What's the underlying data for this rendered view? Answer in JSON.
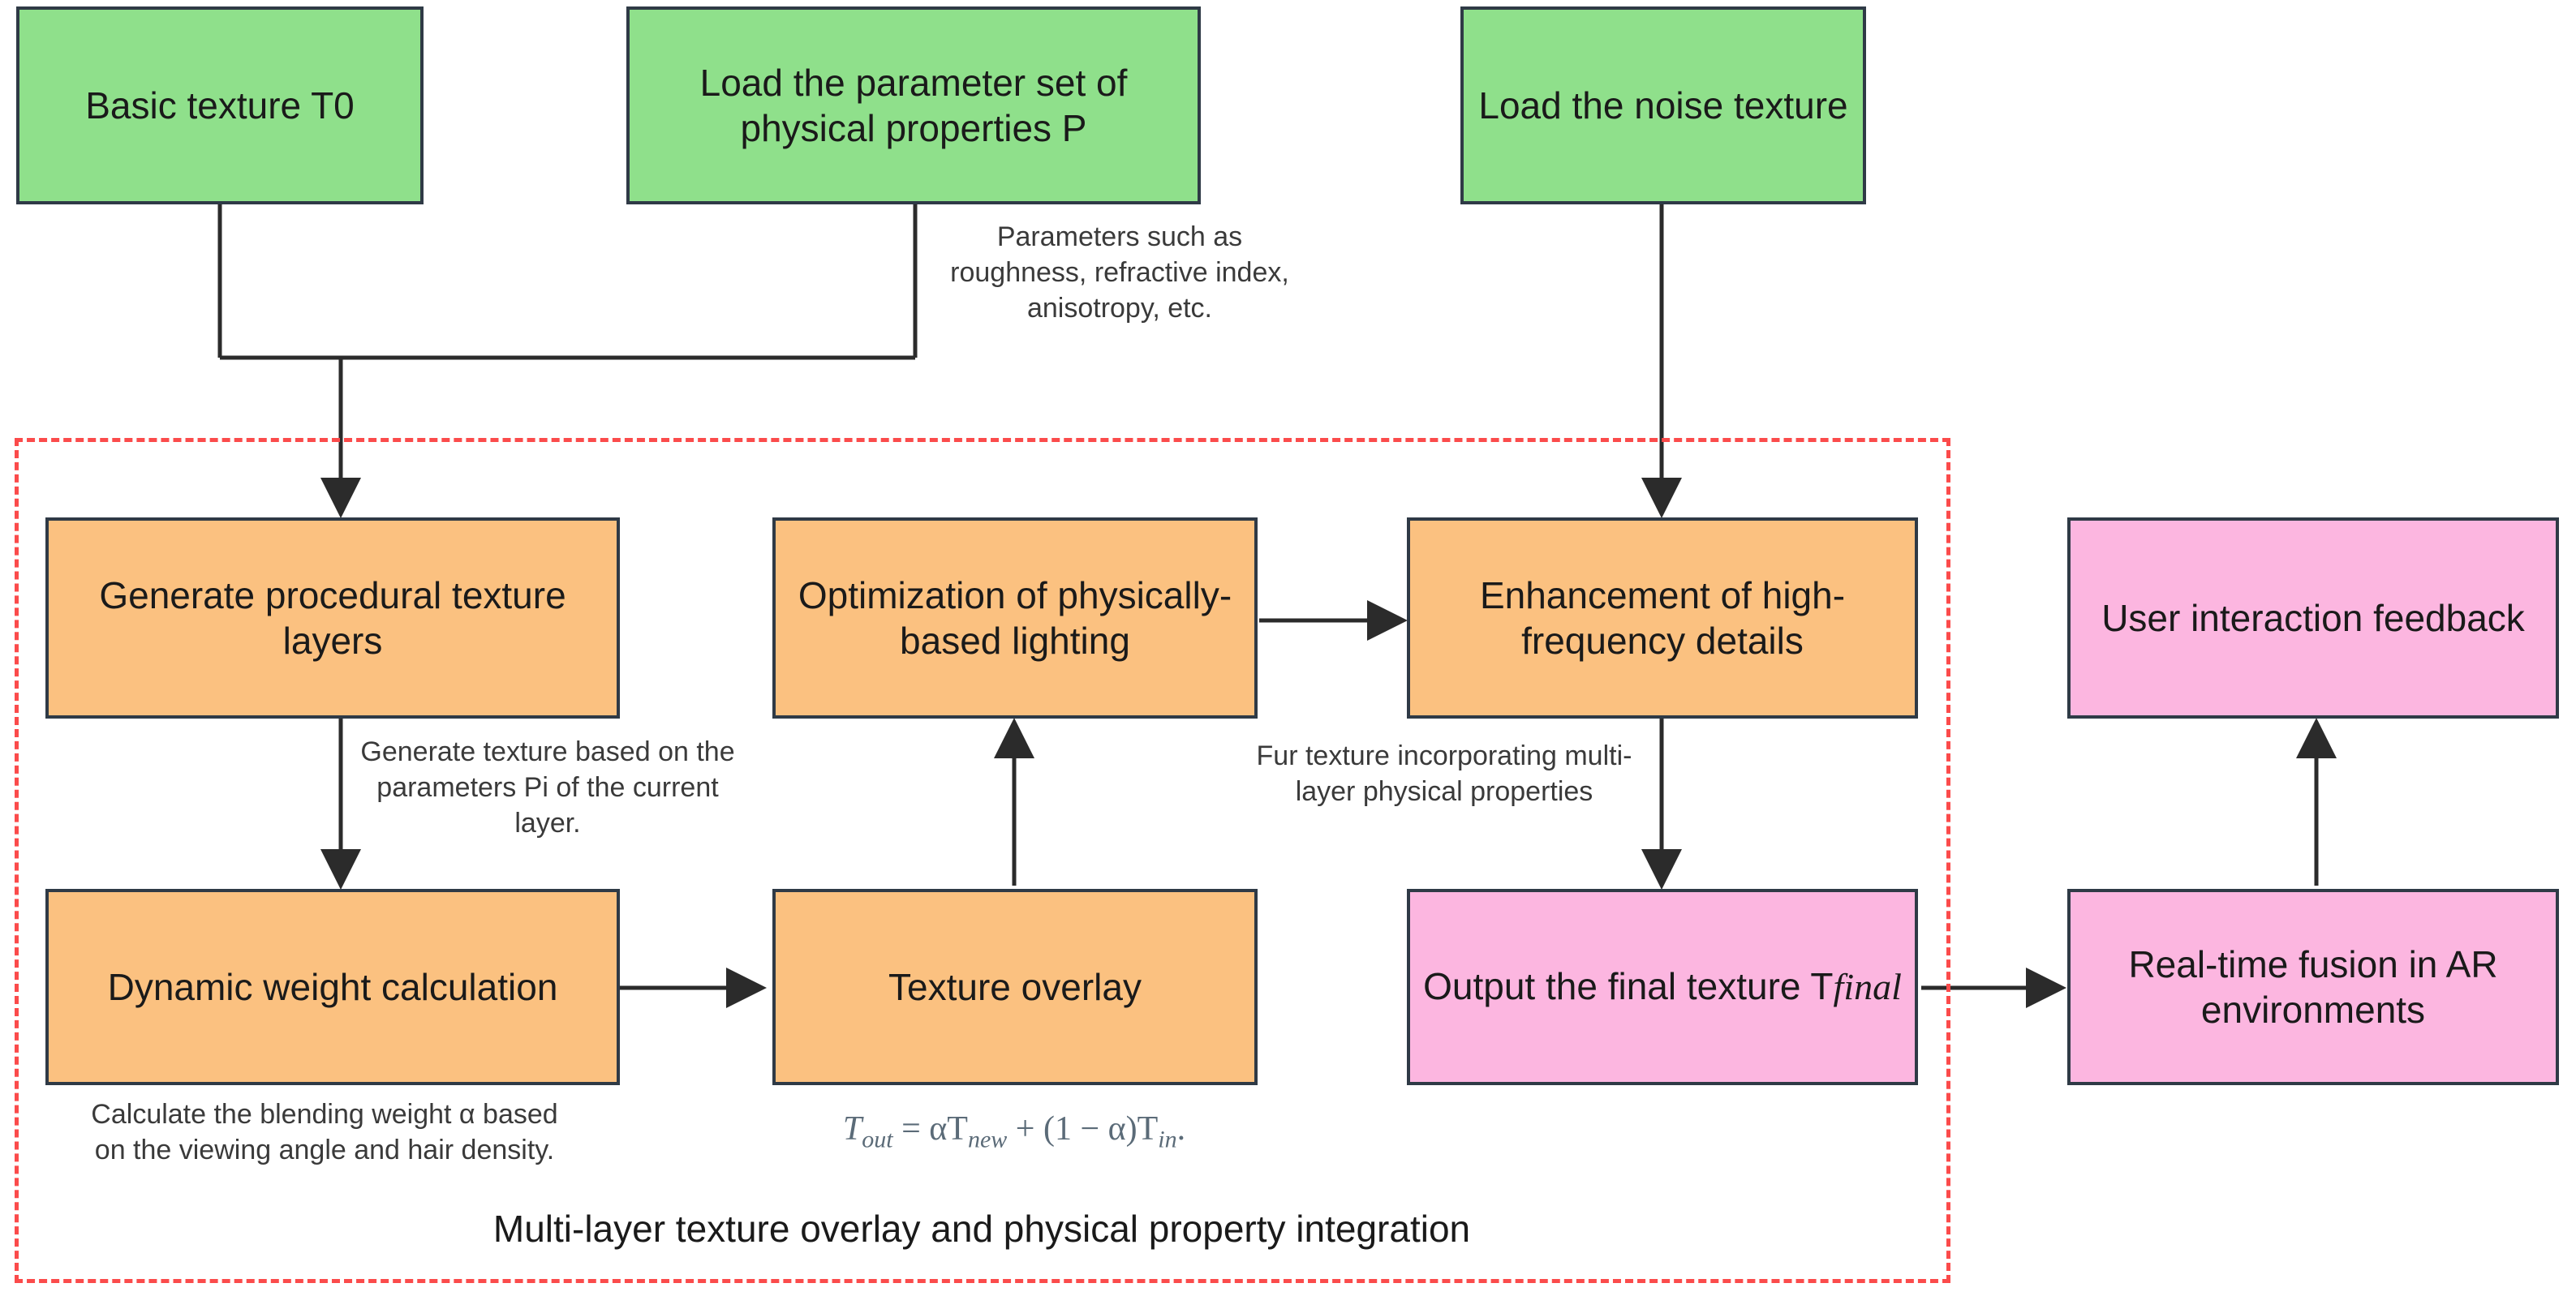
{
  "diagram": {
    "title": "Multi-layer texture overlay and physical property integration",
    "colors": {
      "input_node": "#8fe08b",
      "process_node": "#fbc180",
      "output_node": "#fcb6e0",
      "node_border": "#2f3a46",
      "group_border": "#fb4b4b",
      "formula_text": "#5b6b78"
    },
    "nodes": {
      "basic_texture": "Basic texture T0",
      "load_parameters": "Load the parameter set of physical properties P",
      "load_noise": "Load the noise texture",
      "generate_layers": "Generate procedural texture layers",
      "lighting_optimization": "Optimization of physically-based lighting",
      "high_frequency": "Enhancement of high-frequency details",
      "user_feedback": "User interaction feedback",
      "dynamic_weight": "Dynamic weight calculation",
      "texture_overlay": "Texture overlay",
      "final_texture_prefix": "Output the final texture T",
      "final_texture_suffix": "final",
      "ar_fusion": "Real-time fusion in AR environments"
    },
    "edge_labels": {
      "parameters_note": "Parameters such as roughness, refractive index, anisotropy, etc.",
      "generate_note": "Generate texture based on the parameters Pi of the current layer.",
      "fur_note": "Fur texture incorporating multi-layer physical properties",
      "blending_note": "Calculate the blending weight α based on the viewing angle and hair density."
    },
    "formula": {
      "lhs": "T",
      "lhs_sub": "out",
      "eq": " = αT",
      "t_new_sub": "new",
      "mid": " + (1 − α)T",
      "t_in_sub": "in",
      "tail": "."
    },
    "group_label": "Multi-layer texture overlay and physical property integration"
  },
  "chart_data": {
    "type": "diagram",
    "flow": [
      {
        "from": "basic_texture",
        "to": "generate_layers",
        "label": ""
      },
      {
        "from": "load_parameters",
        "to": "generate_layers",
        "label": "Parameters such as roughness, refractive index, anisotropy, etc."
      },
      {
        "from": "load_noise",
        "to": "high_frequency",
        "label": ""
      },
      {
        "from": "generate_layers",
        "to": "dynamic_weight",
        "label": "Generate texture based on the parameters Pi of the current layer."
      },
      {
        "from": "dynamic_weight",
        "to": "texture_overlay",
        "label": ""
      },
      {
        "from": "texture_overlay",
        "to": "lighting_optimization",
        "label": ""
      },
      {
        "from": "lighting_optimization",
        "to": "high_frequency",
        "label": ""
      },
      {
        "from": "high_frequency",
        "to": "final_texture",
        "label": "Fur texture incorporating multi-layer physical properties"
      },
      {
        "from": "final_texture",
        "to": "ar_fusion",
        "label": ""
      },
      {
        "from": "ar_fusion",
        "to": "user_feedback",
        "label": ""
      }
    ]
  }
}
